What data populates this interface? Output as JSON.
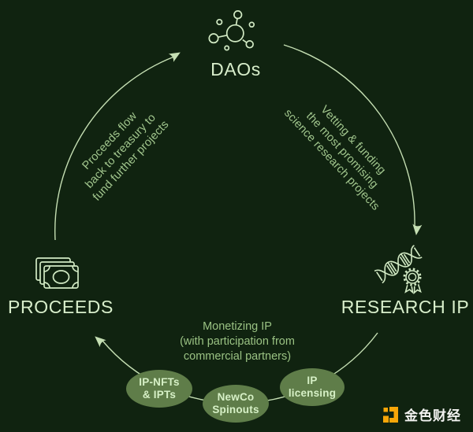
{
  "colors": {
    "background": "#102310",
    "line": "#c5dfb3",
    "icon_stroke": "#d2eac4",
    "node_label": "#d8eecb",
    "edge_label": "#a2c78e",
    "badge_fill": "#5f7d49",
    "badge_text": "#d6f0c6",
    "watermark_orange": "#f8a608",
    "watermark_text": "#f2f2f0"
  },
  "cycle": {
    "nodes": {
      "daos": {
        "label": "DAOs"
      },
      "research_ip": {
        "label": "RESEARCH IP"
      },
      "proceeds": {
        "label": "PROCEEDS"
      }
    },
    "edges": {
      "daos_to_research": {
        "line1": "Vetting & funding",
        "line2": "the most promising",
        "line3": "science research projects"
      },
      "proceeds_to_daos": {
        "line1": "Proceeds flow",
        "line2": "back to treasury to",
        "line3": "fund further projects"
      },
      "research_to_proceeds": {
        "line1": "Monetizing IP",
        "line2": "(with participation from",
        "line3": "commercial partners)"
      }
    },
    "badges": [
      {
        "line1": "IP-NFTs",
        "line2": "& IPTs"
      },
      {
        "line1": "NewCo",
        "line2": "Spinouts"
      },
      {
        "line1": "IP",
        "line2": "licensing"
      }
    ]
  },
  "watermark": {
    "brand": "金色财经"
  }
}
